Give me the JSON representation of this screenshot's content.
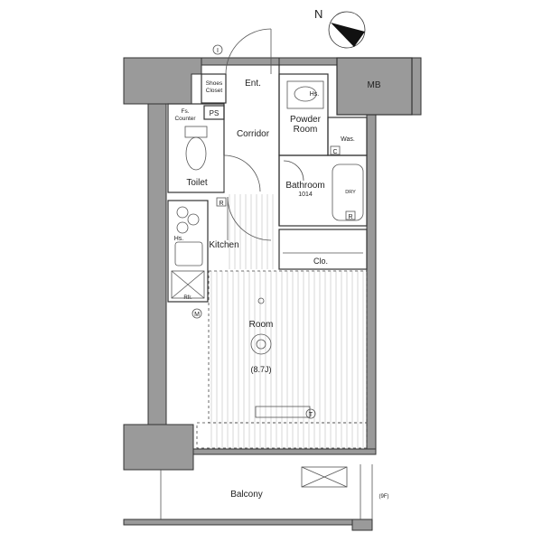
{
  "labels": {
    "entrance": "Ent.",
    "shoes_closet_1": "Shoes",
    "shoes_closet_2": "Closet",
    "fs_counter_1": "Fs.",
    "fs_counter_2": "Counter",
    "ps": "PS",
    "corridor": "Corridor",
    "toilet": "Toilet",
    "powder_room_1": "Powder",
    "powder_room_2": "Room",
    "hs_powder": "Hs.",
    "washer": "Was.",
    "bathroom": "Bathroom",
    "bathroom_size": "1014",
    "dry": "DRY",
    "kitchen": "Kitchen",
    "hs_kitchen": "Hs.",
    "refrigerator": "Rfr.",
    "closet": "Clo.",
    "room": "Room",
    "room_size": "(8.7J)",
    "mb": "MB",
    "balcony": "Balcony",
    "marker_i": "I",
    "marker_m": "M",
    "marker_r1": "R",
    "marker_r2": "R",
    "marker_c": "C",
    "marker_t": "T",
    "floor_note": "(9F)",
    "north": "N"
  },
  "colors": {
    "wall": "#9a9a9a",
    "line": "#333333",
    "floor_stripe": "#bdbdbd"
  }
}
